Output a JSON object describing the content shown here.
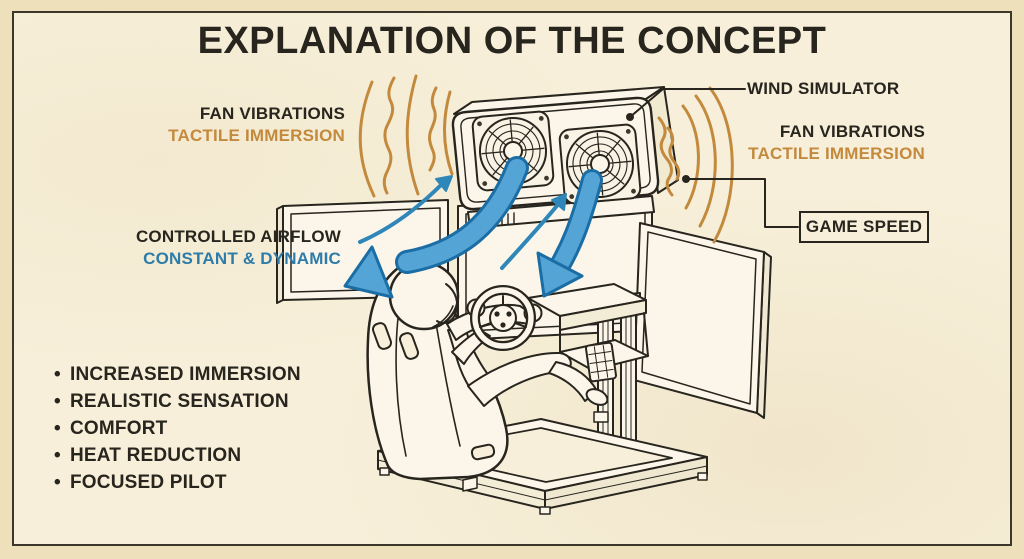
{
  "title": "EXPLANATION OF THE CONCEPT",
  "labels": {
    "fan_vibrations_left": {
      "line1": "FAN VIBRATIONS",
      "line2": "TACTILE IMMERSION"
    },
    "wind_simulator": "WIND SIMULATOR",
    "fan_vibrations_right": {
      "line1": "FAN VIBRATIONS",
      "line2": "TACTILE IMMERSION"
    },
    "game_speed": "GAME SPEED",
    "controlled_airflow": {
      "line1": "CONTROLLED AIRFLOW",
      "line2": "CONSTANT & DYNAMIC"
    }
  },
  "benefits": {
    "bullet": "•",
    "items": [
      "INCREASED IMMERSION",
      "REALISTIC SENSATION",
      "COMFORT",
      "HEAT REDUCTION",
      "FOCUSED PILOT"
    ]
  },
  "illustration": {
    "components": [
      "wind-simulator-box",
      "fan-icon",
      "fan-icon",
      "airflow-arrow-icon",
      "vibration-waves-icon",
      "monitor-left",
      "monitor-center",
      "monitor-right",
      "racing-seat",
      "driver-helmet",
      "steering-wheel",
      "pedal",
      "rig-frame"
    ]
  },
  "colors": {
    "background_outer": "#eee0ba",
    "paper": "#f7efd9",
    "ink": "#27251e",
    "accent_orange": "#c38a3e",
    "accent_blue": "#2d7ca9",
    "arrow_fill": "#55a4d6",
    "arrow_outline": "#1b6ea5"
  }
}
